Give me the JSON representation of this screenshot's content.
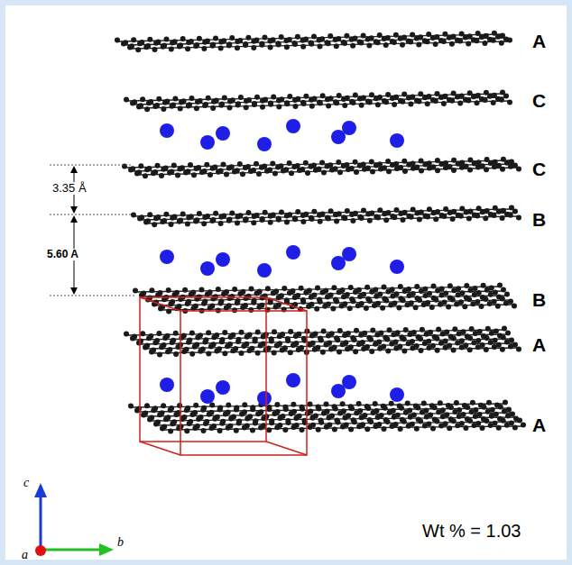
{
  "diagram": {
    "labels": [
      "A",
      "C",
      "3.35 Å",
      "C",
      "B",
      "5.60 A",
      "B",
      "A",
      "A",
      "c",
      "b",
      "a",
      "Wt % = 1.03"
    ]
  }
}
